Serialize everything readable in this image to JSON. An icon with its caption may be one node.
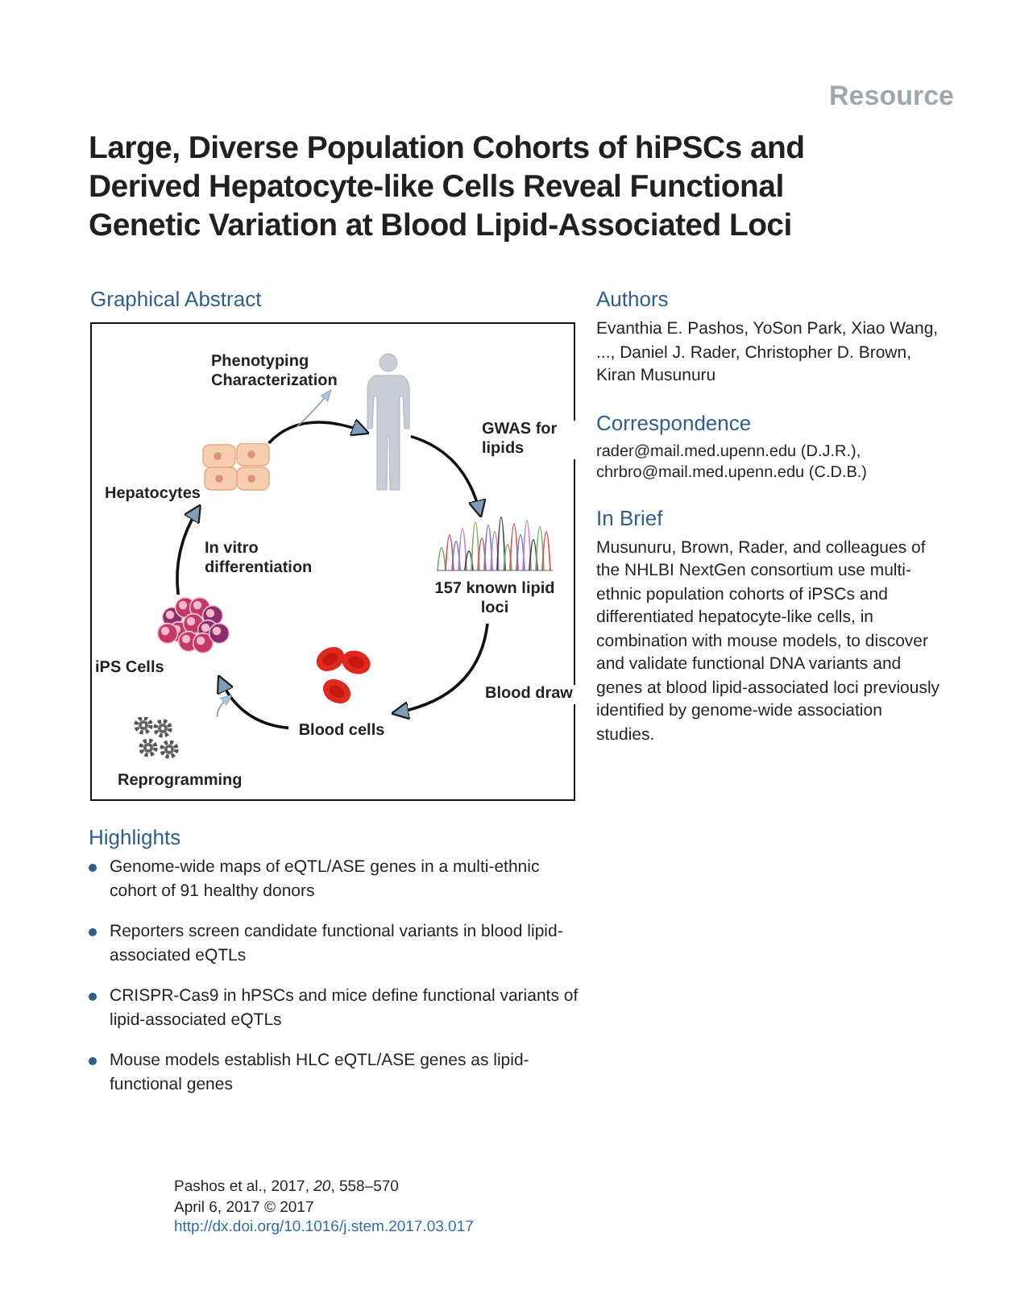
{
  "diagram": {
    "title": "Large, Diverse Population Cohorts of hiPSCs and Derived Hepatocyte-like Cells Reveal Functional Genetic Variation at Blood Lipid-Associated Loci",
    "nodes": [
      {
        "text": [
          "Graphical Abstract"
        ]
      },
      {
        "text": [],
        "shape": "person",
        "in": 0
      },
      {
        "text": [
          "157 known lipid loci"
        ],
        "in": 0
      },
      {
        "text": [
          "Blood cells"
        ],
        "in": 0
      },
      {
        "text": [
          "iPS Cells"
        ],
        "in": 0
      },
      {
        "text": [
          "Hepatocytes"
        ],
        "in": 0
      },
      {
        "text": [
          "Reprogramming"
        ],
        "in": 0
      },
      {
        "text": [
          "Phenotyping Characterization"
        ],
        "in": 0
      }
    ],
    "edges": [
      {
        "from": 5,
        "to": 1,
        "arrow": "to"
      },
      {
        "from": 1,
        "to": 2,
        "arrow": "to",
        "label": "GWAS for lipids"
      },
      {
        "from": 2,
        "to": 3,
        "arrow": "to",
        "label": "Blood draw"
      },
      {
        "from": 3,
        "to": 4,
        "arrow": "to"
      },
      {
        "from": 4,
        "to": 5,
        "arrow": "to",
        "label": "In vitro differentiation"
      },
      {
        "from": 6,
        "to": null,
        "arrow": "to",
        "color": "#8a9aa8"
      },
      {
        "from": null,
        "to": 7,
        "arrow": "to",
        "color": "#8a9aa8"
      }
    ],
    "labels": [
      "Resource",
      "Authors",
      "Evanthia E. Pashos, YoSon Park, Xiao Wang, ..., Daniel J. Rader, Christopher D. Brown, Kiran Musunuru",
      "Correspondence",
      "rader@mail.med.upenn.edu (D.J.R.),",
      "chrbro@mail.med.upenn.edu (C.D.B.)",
      "In Brief",
      "Musunuru, Brown, Rader, and colleagues of the NHLBI NextGen consortium use multi-ethnic population cohorts of iPSCs and differentiated hepatocyte-like cells, in combination with mouse models, to discover and validate functional DNA variants and genes at blood lipid-associated loci previously identified by genome-wide association studies.",
      "Highlights",
      "Genome-wide maps of eQTL/ASE genes in a multi-ethnic cohort of 91 healthy donors",
      "Reporters screen candidate functional variants in blood lipid-associated eQTLs",
      "CRISPR-Cas9 in hPSCs and mice define functional variants of lipid-associated eQTLs",
      "Mouse models establish HLC eQTL/ASE genes as lipid-functional genes",
      "Pashos et al., 2017, *20*, 558–570",
      "April 6, 2017 © 2017",
      "http://dx.doi.org/10.1016/j.stem.2017.03.017"
    ]
  }
}
